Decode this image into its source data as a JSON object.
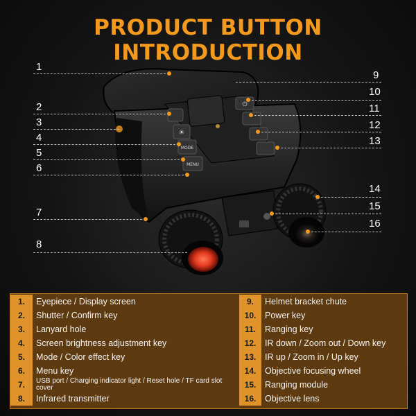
{
  "title": "PRODUCT BUTTON INTRODUCTION",
  "callout_numbers": [
    "1",
    "2",
    "3",
    "4",
    "5",
    "6",
    "7",
    "8",
    "9",
    "10",
    "11",
    "12",
    "13",
    "14",
    "15",
    "16"
  ],
  "features": [
    {
      "num": "1.",
      "label": "Eyepiece / Display screen"
    },
    {
      "num": "2.",
      "label": "Shutter / Confirm key"
    },
    {
      "num": "3.",
      "label": "Lanyard hole"
    },
    {
      "num": "4.",
      "label": "Screen brightness adjustment key"
    },
    {
      "num": "5.",
      "label": "Mode / Color effect key"
    },
    {
      "num": "6.",
      "label": "Menu key"
    },
    {
      "num": "7.",
      "label": "USB port / Charging indicator light / Reset hole / TF card slot cover"
    },
    {
      "num": "8.",
      "label": "Infrared transmitter"
    },
    {
      "num": "9.",
      "label": "Helmet bracket chute"
    },
    {
      "num": "10.",
      "label": "Power key"
    },
    {
      "num": "11.",
      "label": "Ranging key"
    },
    {
      "num": "12.",
      "label": "IR down / Zoom out / Down key"
    },
    {
      "num": "13.",
      "label": "IR up / Zoom in / Up key"
    },
    {
      "num": "14.",
      "label": "Objective focusing wheel"
    },
    {
      "num": "15.",
      "label": "Ranging module"
    },
    {
      "num": "16.",
      "label": "Objective lens"
    }
  ],
  "button_labels": {
    "mode": "MODE",
    "menu": "MENU"
  },
  "colors": {
    "accent": "#f39a1e",
    "table_bg": "#7a4a14",
    "table_row": "#8c5618",
    "num_cell": "#e0932a"
  }
}
